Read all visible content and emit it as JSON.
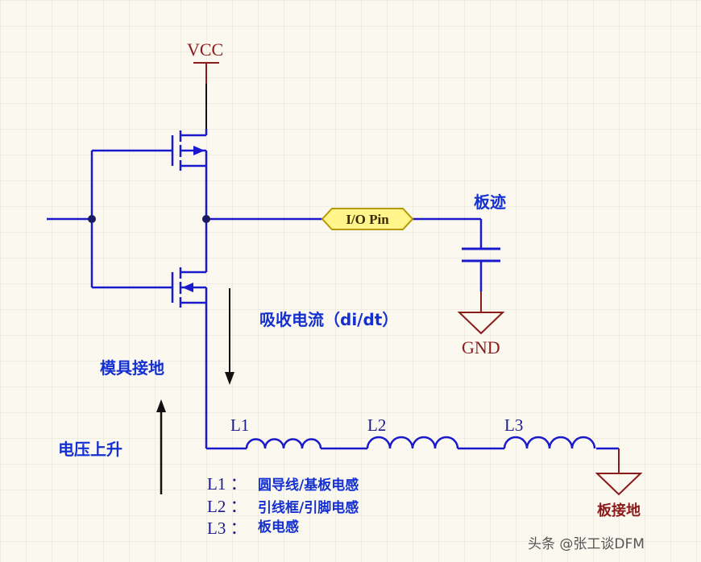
{
  "labels": {
    "vcc": "VCC",
    "gnd": "GND",
    "io_pin": "I/O Pin",
    "trace": "板迹",
    "board_ground": "板接地",
    "absorb_current": "吸收电流（di/dt）",
    "die_ground": "模具接地",
    "voltage_rise": "电压上升"
  },
  "inductors": [
    {
      "id": "L1"
    },
    {
      "id": "L2"
    },
    {
      "id": "L3"
    }
  ],
  "legend": [
    {
      "key": "L1 ：",
      "desc": "圆导线/基板电感"
    },
    {
      "key": "L2 ：",
      "desc": "引线框/引脚电感"
    },
    {
      "key": "L3 ：",
      "desc": "板电感"
    }
  ],
  "watermark": "头条 @张工谈DFM",
  "colors": {
    "wire": "#1a1acc",
    "power": "#8b1a1a",
    "pin_fill": "#fff58a",
    "pin_stroke": "#b89a00",
    "text_blue": "#1530d0",
    "grid": "#e4e0d4"
  }
}
